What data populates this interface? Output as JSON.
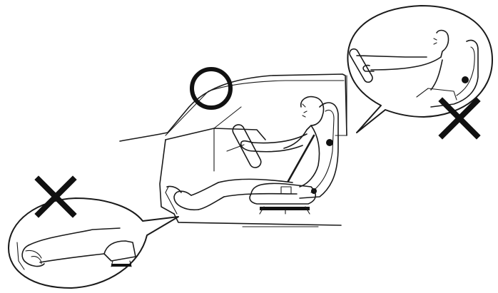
{
  "figure": {
    "description_alt": "",
    "marks": {
      "correct": {
        "symbol": "circle",
        "color": "#111111"
      },
      "incorrect": {
        "symbol": "cross",
        "color": "#111111"
      }
    },
    "panels": [
      {
        "id": "main",
        "mark": "correct",
        "icon": "driver-seated-correct-icon"
      },
      {
        "id": "top-right-inset",
        "mark": "incorrect",
        "icon": "driver-too-far-icon"
      },
      {
        "id": "bottom-left-inset",
        "mark": "incorrect",
        "icon": "driver-legs-too-close-icon"
      }
    ],
    "colors": {
      "line": "#1a1a1a",
      "background": "#ffffff"
    }
  }
}
